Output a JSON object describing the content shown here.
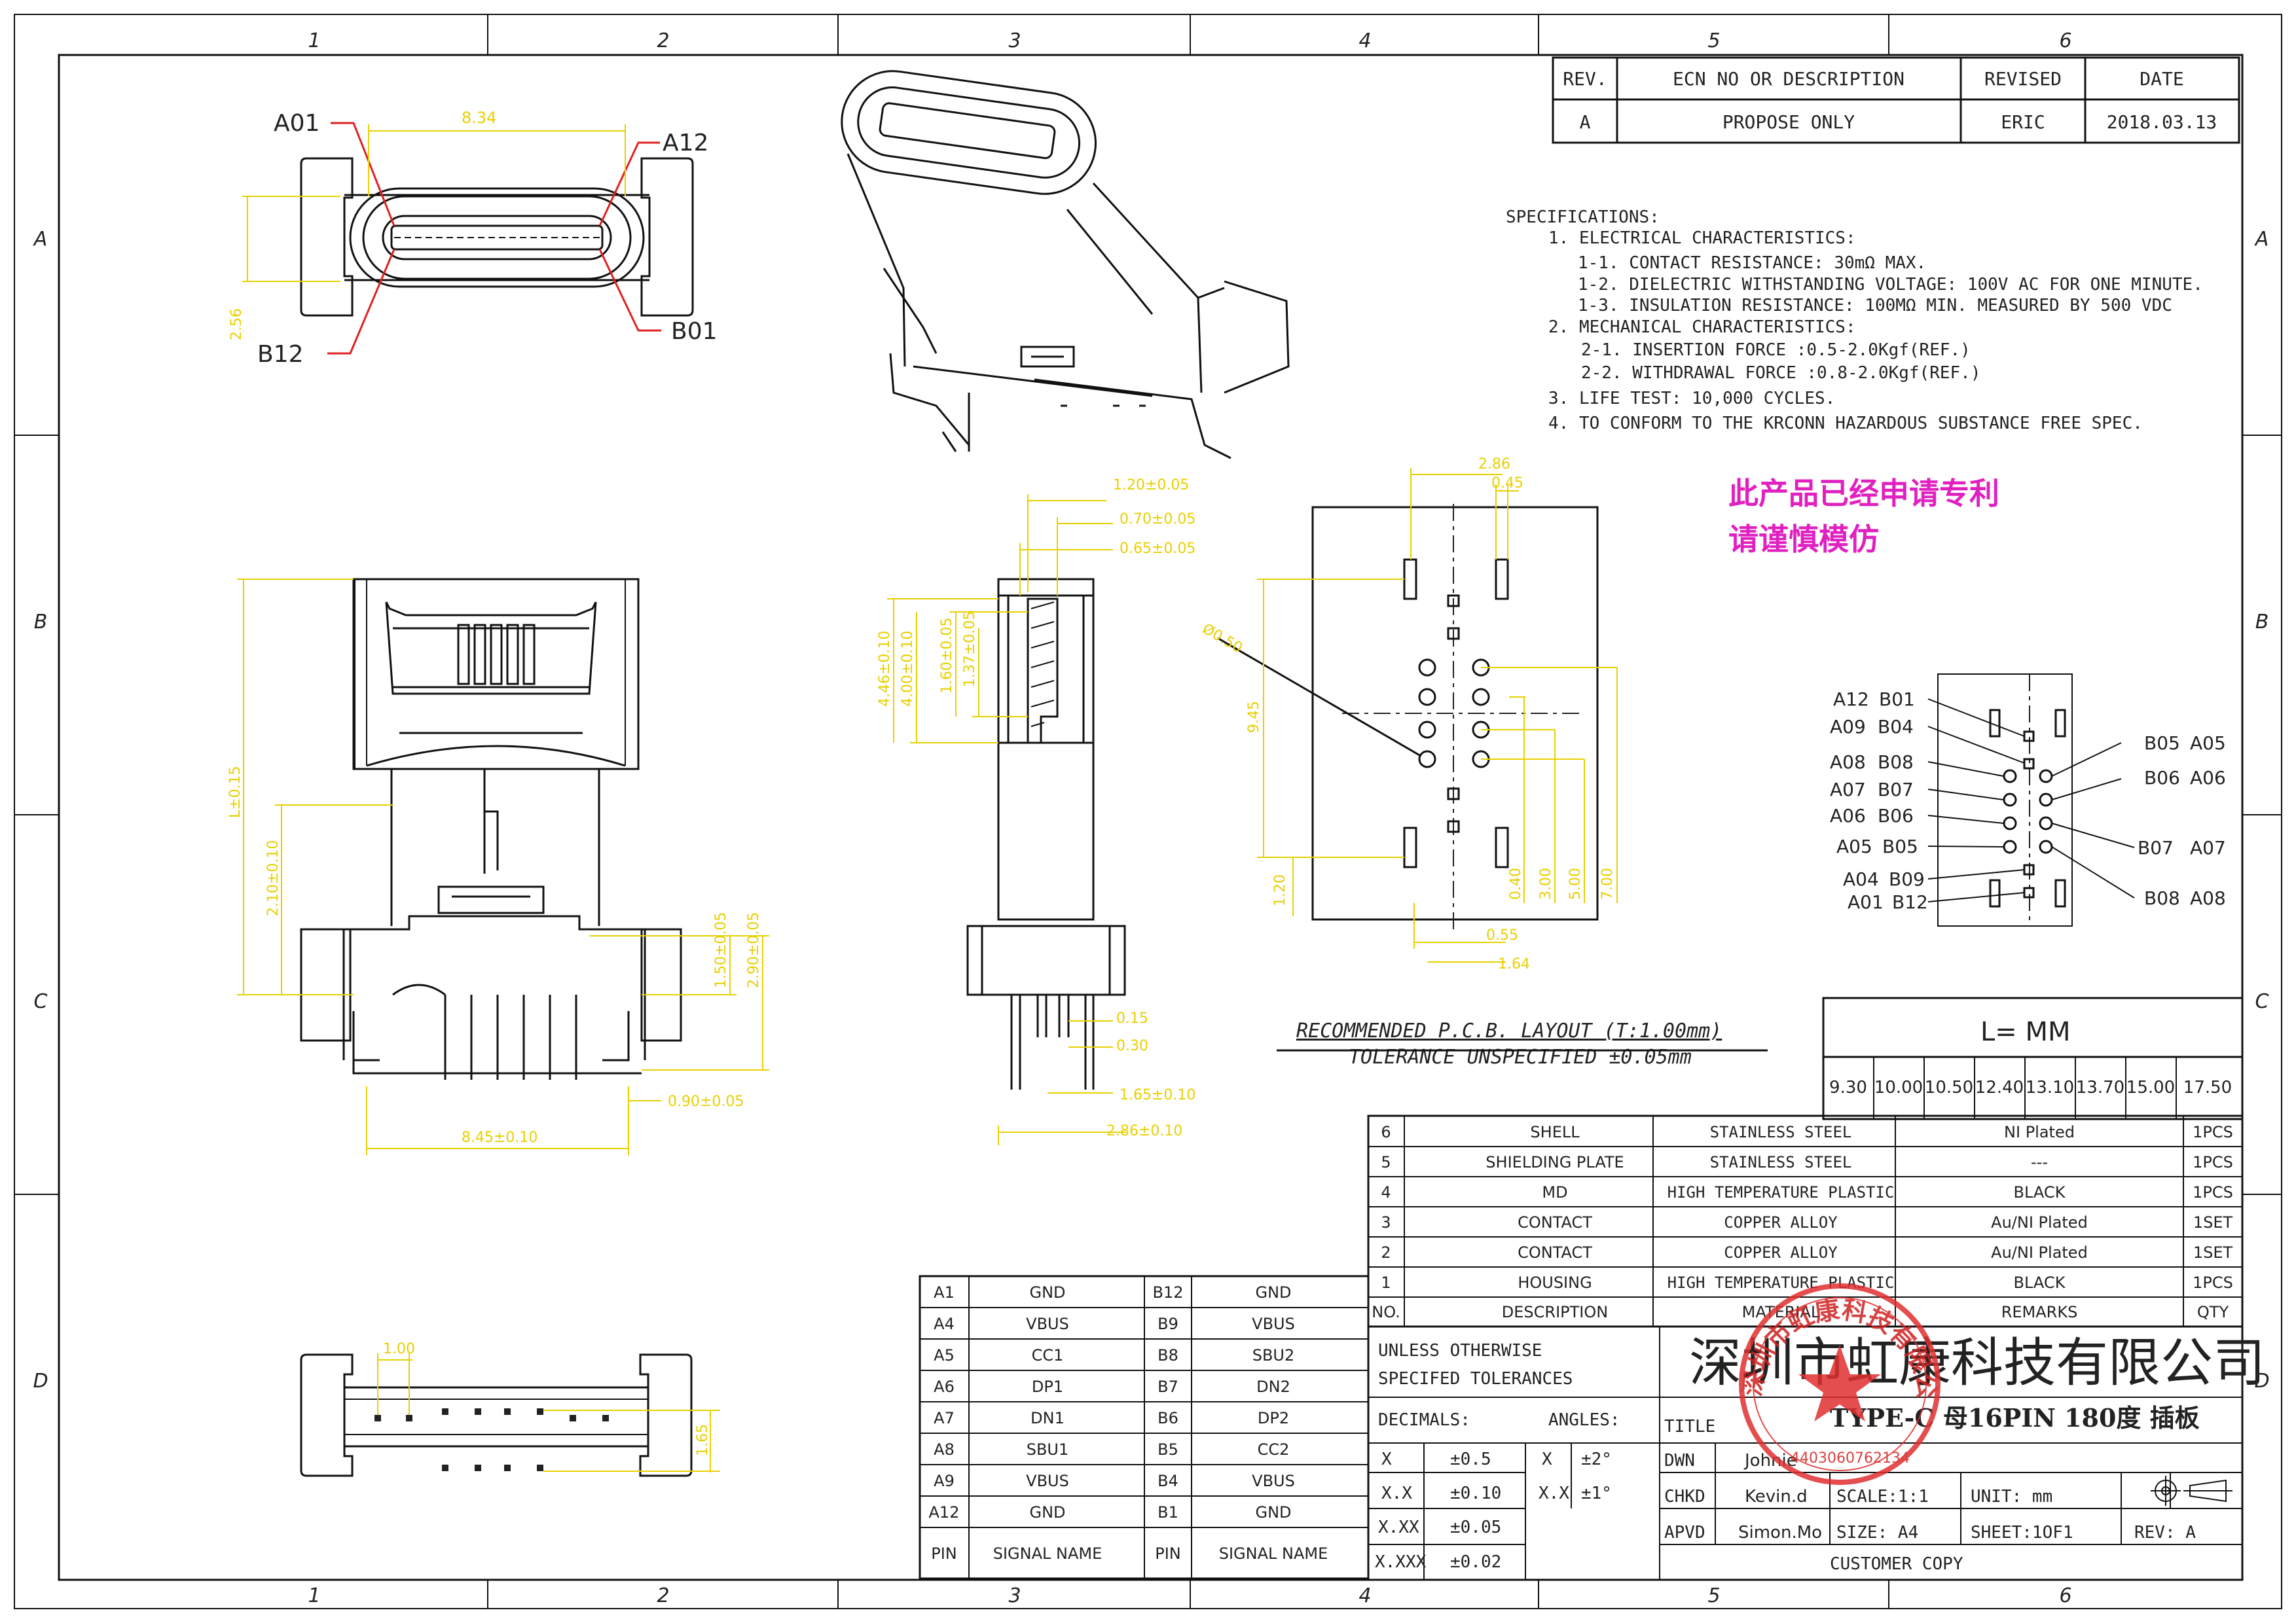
{
  "frame": {
    "col_labels": [
      "1",
      "2",
      "3",
      "4",
      "5",
      "6"
    ],
    "row_labels": [
      "A",
      "B",
      "C",
      "D"
    ]
  },
  "revision": {
    "headers": [
      "REV.",
      "ECN NO OR DESCRIPTION",
      "REVISED",
      "DATE"
    ],
    "row": [
      "A",
      "PROPOSE ONLY",
      "ERIC",
      "2018.03.13"
    ]
  },
  "specs": {
    "title": "SPECIFICATIONS:",
    "lines": [
      "1. ELECTRICAL CHARACTERISTICS:",
      "1-1. CONTACT RESISTANCE: 30mΩ MAX.",
      "1-2. DIELECTRIC WITHSTANDING VOLTAGE: 100V AC FOR ONE MINUTE.",
      "1-3. INSULATION RESISTANCE: 100MΩ MIN. MEASURED BY 500 VDC",
      "2. MECHANICAL CHARACTERISTICS:",
      "2-1. INSERTION FORCE :0.5-2.0Kgf(REF.)",
      "2-2. WITHDRAWAL FORCE :0.8-2.0Kgf(REF.)",
      "3. LIFE TEST: 10,000 CYCLES.",
      "4. TO CONFORM TO THE KRCONN HAZARDOUS SUBSTANCE FREE SPEC."
    ]
  },
  "patent_note": [
    "此产品已经申请专利",
    "请谨慎模仿"
  ],
  "top_view": {
    "labels": {
      "a01": "A01",
      "a12": "A12",
      "b12": "B12",
      "b01": "B01"
    },
    "dims": {
      "width": "8.34",
      "height": "2.56"
    }
  },
  "front_view": {
    "dims": {
      "l": "L±0.15",
      "d210": "2.10±0.10",
      "d150": "1.50±0.05",
      "d290": "2.90±0.05",
      "d090": "0.90±0.05",
      "d845": "8.45±0.10"
    }
  },
  "side_view": {
    "dims": {
      "d120": "1.20±0.05",
      "d070": "0.70±0.05",
      "d065": "0.65±0.05",
      "d446": "4.46±0.10",
      "d400": "4.00±0.10",
      "d160": "1.60±0.05",
      "d137": "1.37±0.05",
      "d015": "0.15",
      "d030": "0.30",
      "d165": "1.65±0.10",
      "d286": "2.86±0.10"
    }
  },
  "bottom_view": {
    "dims": {
      "d100": "1.00",
      "d165": "1.65"
    }
  },
  "pcb": {
    "dims": {
      "d286": "2.86",
      "d045": "0.45",
      "phi": "Ø0.50",
      "d945": "9.45",
      "d120": "1.20",
      "d040": "0.40",
      "d300": "3.00",
      "d500": "5.00",
      "d700": "7.00",
      "d055": "0.55",
      "d164": "1.64"
    },
    "title": "RECOMMENDED  P.C.B. LAYOUT (T:1.00mm)",
    "tolerance": "TOLERANCE UNSPECIFIED ±0.05mm"
  },
  "pin_diagram": {
    "left": [
      {
        "a": "A12",
        "b": "B01"
      },
      {
        "a": "A09",
        "b": "B04"
      },
      {
        "a": "A08",
        "b": "B08"
      },
      {
        "a": "A07",
        "b": "B07"
      },
      {
        "a": "A06",
        "b": "B06"
      },
      {
        "a": "A05",
        "b": "B05"
      },
      {
        "a": "A04",
        "b": "B09"
      },
      {
        "a": "A01",
        "b": "B12"
      }
    ],
    "right": [
      {
        "b": "B05",
        "a": "A05"
      },
      {
        "b": "B06",
        "a": "A06"
      },
      {
        "b": "B07",
        "a": "A07"
      },
      {
        "b": "B08",
        "a": "A08"
      }
    ]
  },
  "length_table": {
    "title": "L=     MM",
    "values": [
      "9.30",
      "10.00",
      "10.50",
      "12.40",
      "13.10",
      "13.70",
      "15.00",
      "17.50"
    ]
  },
  "bom": {
    "rows": [
      {
        "no": "6",
        "desc": "SHELL",
        "mat": "STAINLESS STEEL",
        "rem": "NI Plated",
        "qty": "1PCS"
      },
      {
        "no": "5",
        "desc": "SHIELDING PLATE",
        "mat": "STAINLESS STEEL",
        "rem": "---",
        "qty": "1PCS"
      },
      {
        "no": "4",
        "desc": "MD",
        "mat": "HIGH TEMPERATURE PLASTIC",
        "rem": "BLACK",
        "qty": "1PCS"
      },
      {
        "no": "3",
        "desc": "CONTACT",
        "mat": "COPPER ALLOY",
        "rem": "Au/NI Plated",
        "qty": "1SET"
      },
      {
        "no": "2",
        "desc": "CONTACT",
        "mat": "COPPER ALLOY",
        "rem": "Au/NI Plated",
        "qty": "1SET"
      },
      {
        "no": "1",
        "desc": "HOUSING",
        "mat": "HIGH TEMPERATURE PLASTIC",
        "rem": "BLACK",
        "qty": "1PCS"
      }
    ],
    "header": {
      "no": "NO.",
      "desc": "DESCRIPTION",
      "mat": "MATERIAL",
      "rem": "REMARKS",
      "qty": "QTY"
    }
  },
  "pin_table": {
    "rows": [
      [
        "A1",
        "GND",
        "B12",
        "GND"
      ],
      [
        "A4",
        "VBUS",
        "B9",
        "VBUS"
      ],
      [
        "A5",
        "CC1",
        "B8",
        "SBU2"
      ],
      [
        "A6",
        "DP1",
        "B7",
        "DN2"
      ],
      [
        "A7",
        "DN1",
        "B6",
        "DP2"
      ],
      [
        "A8",
        "SBU1",
        "B5",
        "CC2"
      ],
      [
        "A9",
        "VBUS",
        "B4",
        "VBUS"
      ],
      [
        "A12",
        "GND",
        "B1",
        "GND"
      ]
    ],
    "header": [
      "PIN",
      "SIGNAL NAME",
      "PIN",
      "SIGNAL NAME"
    ]
  },
  "title_block": {
    "unless": "UNLESS OTHERWISE",
    "specfed": "SPECIFED TOLERANCES",
    "decimals": "DECIMALS:",
    "angles": "ANGLES:",
    "tol": [
      [
        "X",
        "±0.5"
      ],
      [
        "X.X",
        "±0.10"
      ],
      [
        "X.XX",
        "±0.05"
      ],
      [
        "X.XXX",
        "±0.02"
      ]
    ],
    "ang": [
      [
        "X",
        "±2°"
      ],
      [
        "X.X",
        "±1°"
      ]
    ],
    "company": "深圳市虹康科技有限公司",
    "title_label": "TITLE",
    "title": "TYPE-C 母16PIN 180度 插板",
    "dwn": "DWN",
    "dwn_name": "Johnie",
    "chkd": "CHKD",
    "chkd_name": "Kevin.d",
    "apvd": "APVD",
    "apvd_name": "Simon.Mo",
    "scale": "SCALE:1:1",
    "unit": "UNIT:  mm",
    "size": "SIZE: A4",
    "sheet": "SHEET:1OF1",
    "rev": "REV:  A",
    "customer": "CUSTOMER COPY"
  },
  "stamp": {
    "text": "深圳市虹康科技有限公司",
    "number": "4403060762134"
  }
}
